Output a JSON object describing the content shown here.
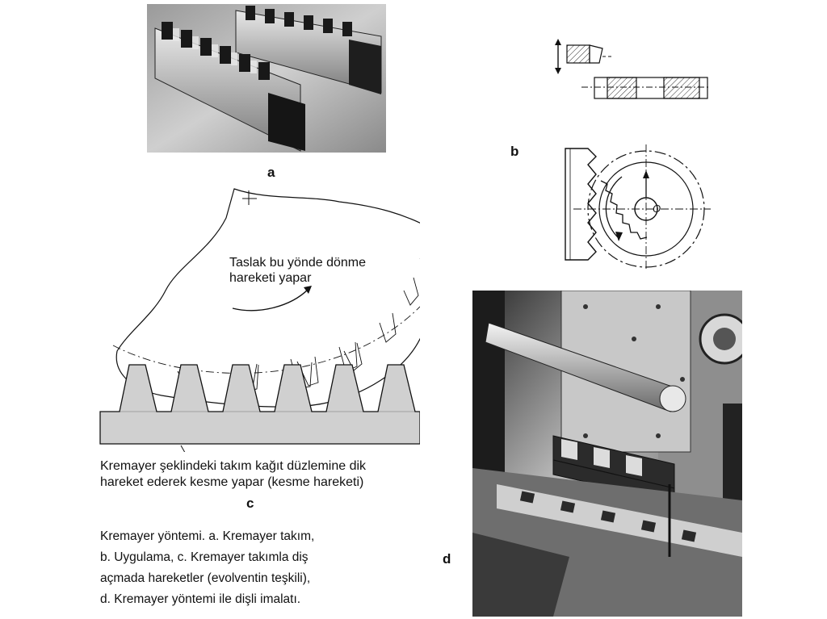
{
  "labels": {
    "a": "a",
    "b": "b",
    "c": "c",
    "d": "d"
  },
  "diagram_b": {
    "center_mark": "O"
  },
  "diagram_c": {
    "blank_motion_text": [
      "Taslak bu yönde dönme",
      "hareketi yapar"
    ],
    "tool_motion_text": [
      "Kremayer şeklindeki takım kağıt düzlemine dik",
      "hareket ederek kesme yapar (kesme hareketi)"
    ]
  },
  "caption": {
    "lines": [
      "Kremayer yöntemi. a. Kremayer takım,",
      "b. Uygulama, c. Kremayer takımla diş",
      "açmada hareketler (evolventin teşkili),",
      "d. Kremayer yöntemi ile dişli imalatı."
    ]
  },
  "colors": {
    "ink": "#111111",
    "hatch": "#333333",
    "rack_fill": "#d0d0d0",
    "photo_dark": "#2a2a2a",
    "photo_light": "#bcbcbc"
  }
}
